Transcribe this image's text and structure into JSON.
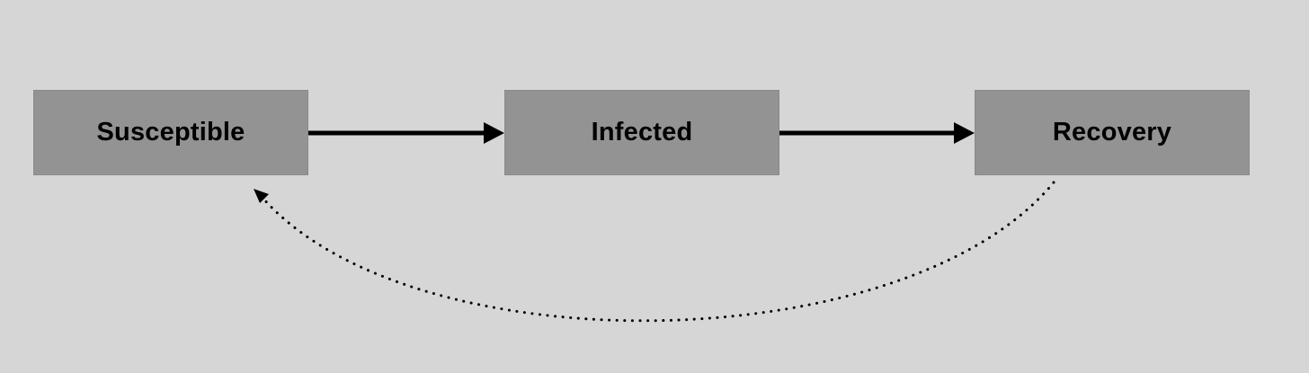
{
  "diagram": {
    "nodes": [
      {
        "id": "susceptible",
        "label": "Susceptible"
      },
      {
        "id": "infected",
        "label": "Infected"
      },
      {
        "id": "recovery",
        "label": "Recovery"
      }
    ],
    "edges": [
      {
        "from": "susceptible",
        "to": "infected",
        "style": "solid"
      },
      {
        "from": "infected",
        "to": "recovery",
        "style": "solid"
      },
      {
        "from": "recovery",
        "to": "susceptible",
        "style": "dotted"
      }
    ],
    "colors": {
      "background": "#d6d6d6",
      "node_fill": "#939393",
      "edge": "#000000"
    }
  }
}
